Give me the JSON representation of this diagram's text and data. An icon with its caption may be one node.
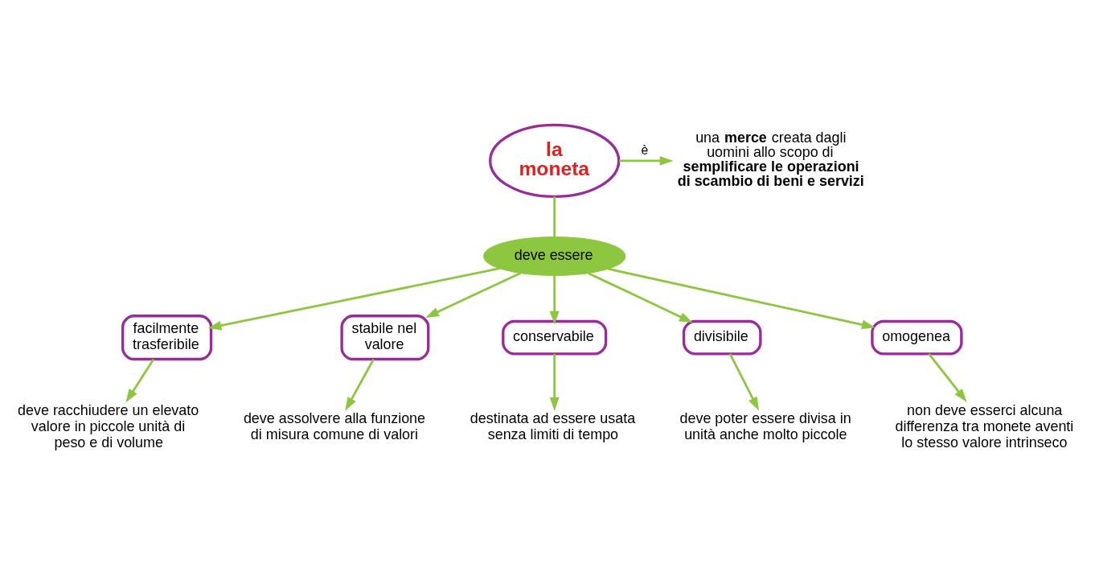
{
  "diagram": {
    "nodes": [
      {
        "text": [
          "la moneta"
        ]
      },
      {
        "text": [
          "una **merce** creata dagli uomini allo scopo di **semplificare le operazioni di scambio di beni e servizi**"
        ]
      },
      {
        "text": [
          "deve essere"
        ]
      },
      {
        "text": [
          "facilmente trasferibile"
        ]
      },
      {
        "text": [
          "deve racchiudere un elevato valore in piccole unità di peso e di volume"
        ]
      },
      {
        "text": [
          "stabile nel valore"
        ]
      },
      {
        "text": [
          "deve assolvere alla funzione di misura comune di valori"
        ]
      },
      {
        "text": [
          "conservabile"
        ]
      },
      {
        "text": [
          "destinata ad essere usata senza limiti di tempo"
        ]
      },
      {
        "text": [
          "divisibile"
        ]
      },
      {
        "text": [
          "deve poter essere divisa in unità anche molto piccole"
        ]
      },
      {
        "text": [
          "omogenea"
        ]
      },
      {
        "text": [
          "non deve esserci alcuna differenza tra monete aventi lo stesso valore intrinseco"
        ]
      }
    ],
    "edges": [
      {
        "from": 0,
        "to": 1,
        "arrow": "to",
        "label": "è"
      },
      {
        "from": 0,
        "to": 2,
        "arrow": "none"
      },
      {
        "from": 2,
        "to": 3,
        "arrow": "to"
      },
      {
        "from": 3,
        "to": 4,
        "arrow": "to"
      },
      {
        "from": 2,
        "to": 5,
        "arrow": "to"
      },
      {
        "from": 5,
        "to": 6,
        "arrow": "to"
      },
      {
        "from": 2,
        "to": 7,
        "arrow": "to"
      },
      {
        "from": 7,
        "to": 8,
        "arrow": "to"
      },
      {
        "from": 2,
        "to": 9,
        "arrow": "to"
      },
      {
        "from": 9,
        "to": 10,
        "arrow": "to"
      },
      {
        "from": 2,
        "to": 11,
        "arrow": "to"
      },
      {
        "from": 11,
        "to": 12,
        "arrow": "to"
      }
    ]
  }
}
